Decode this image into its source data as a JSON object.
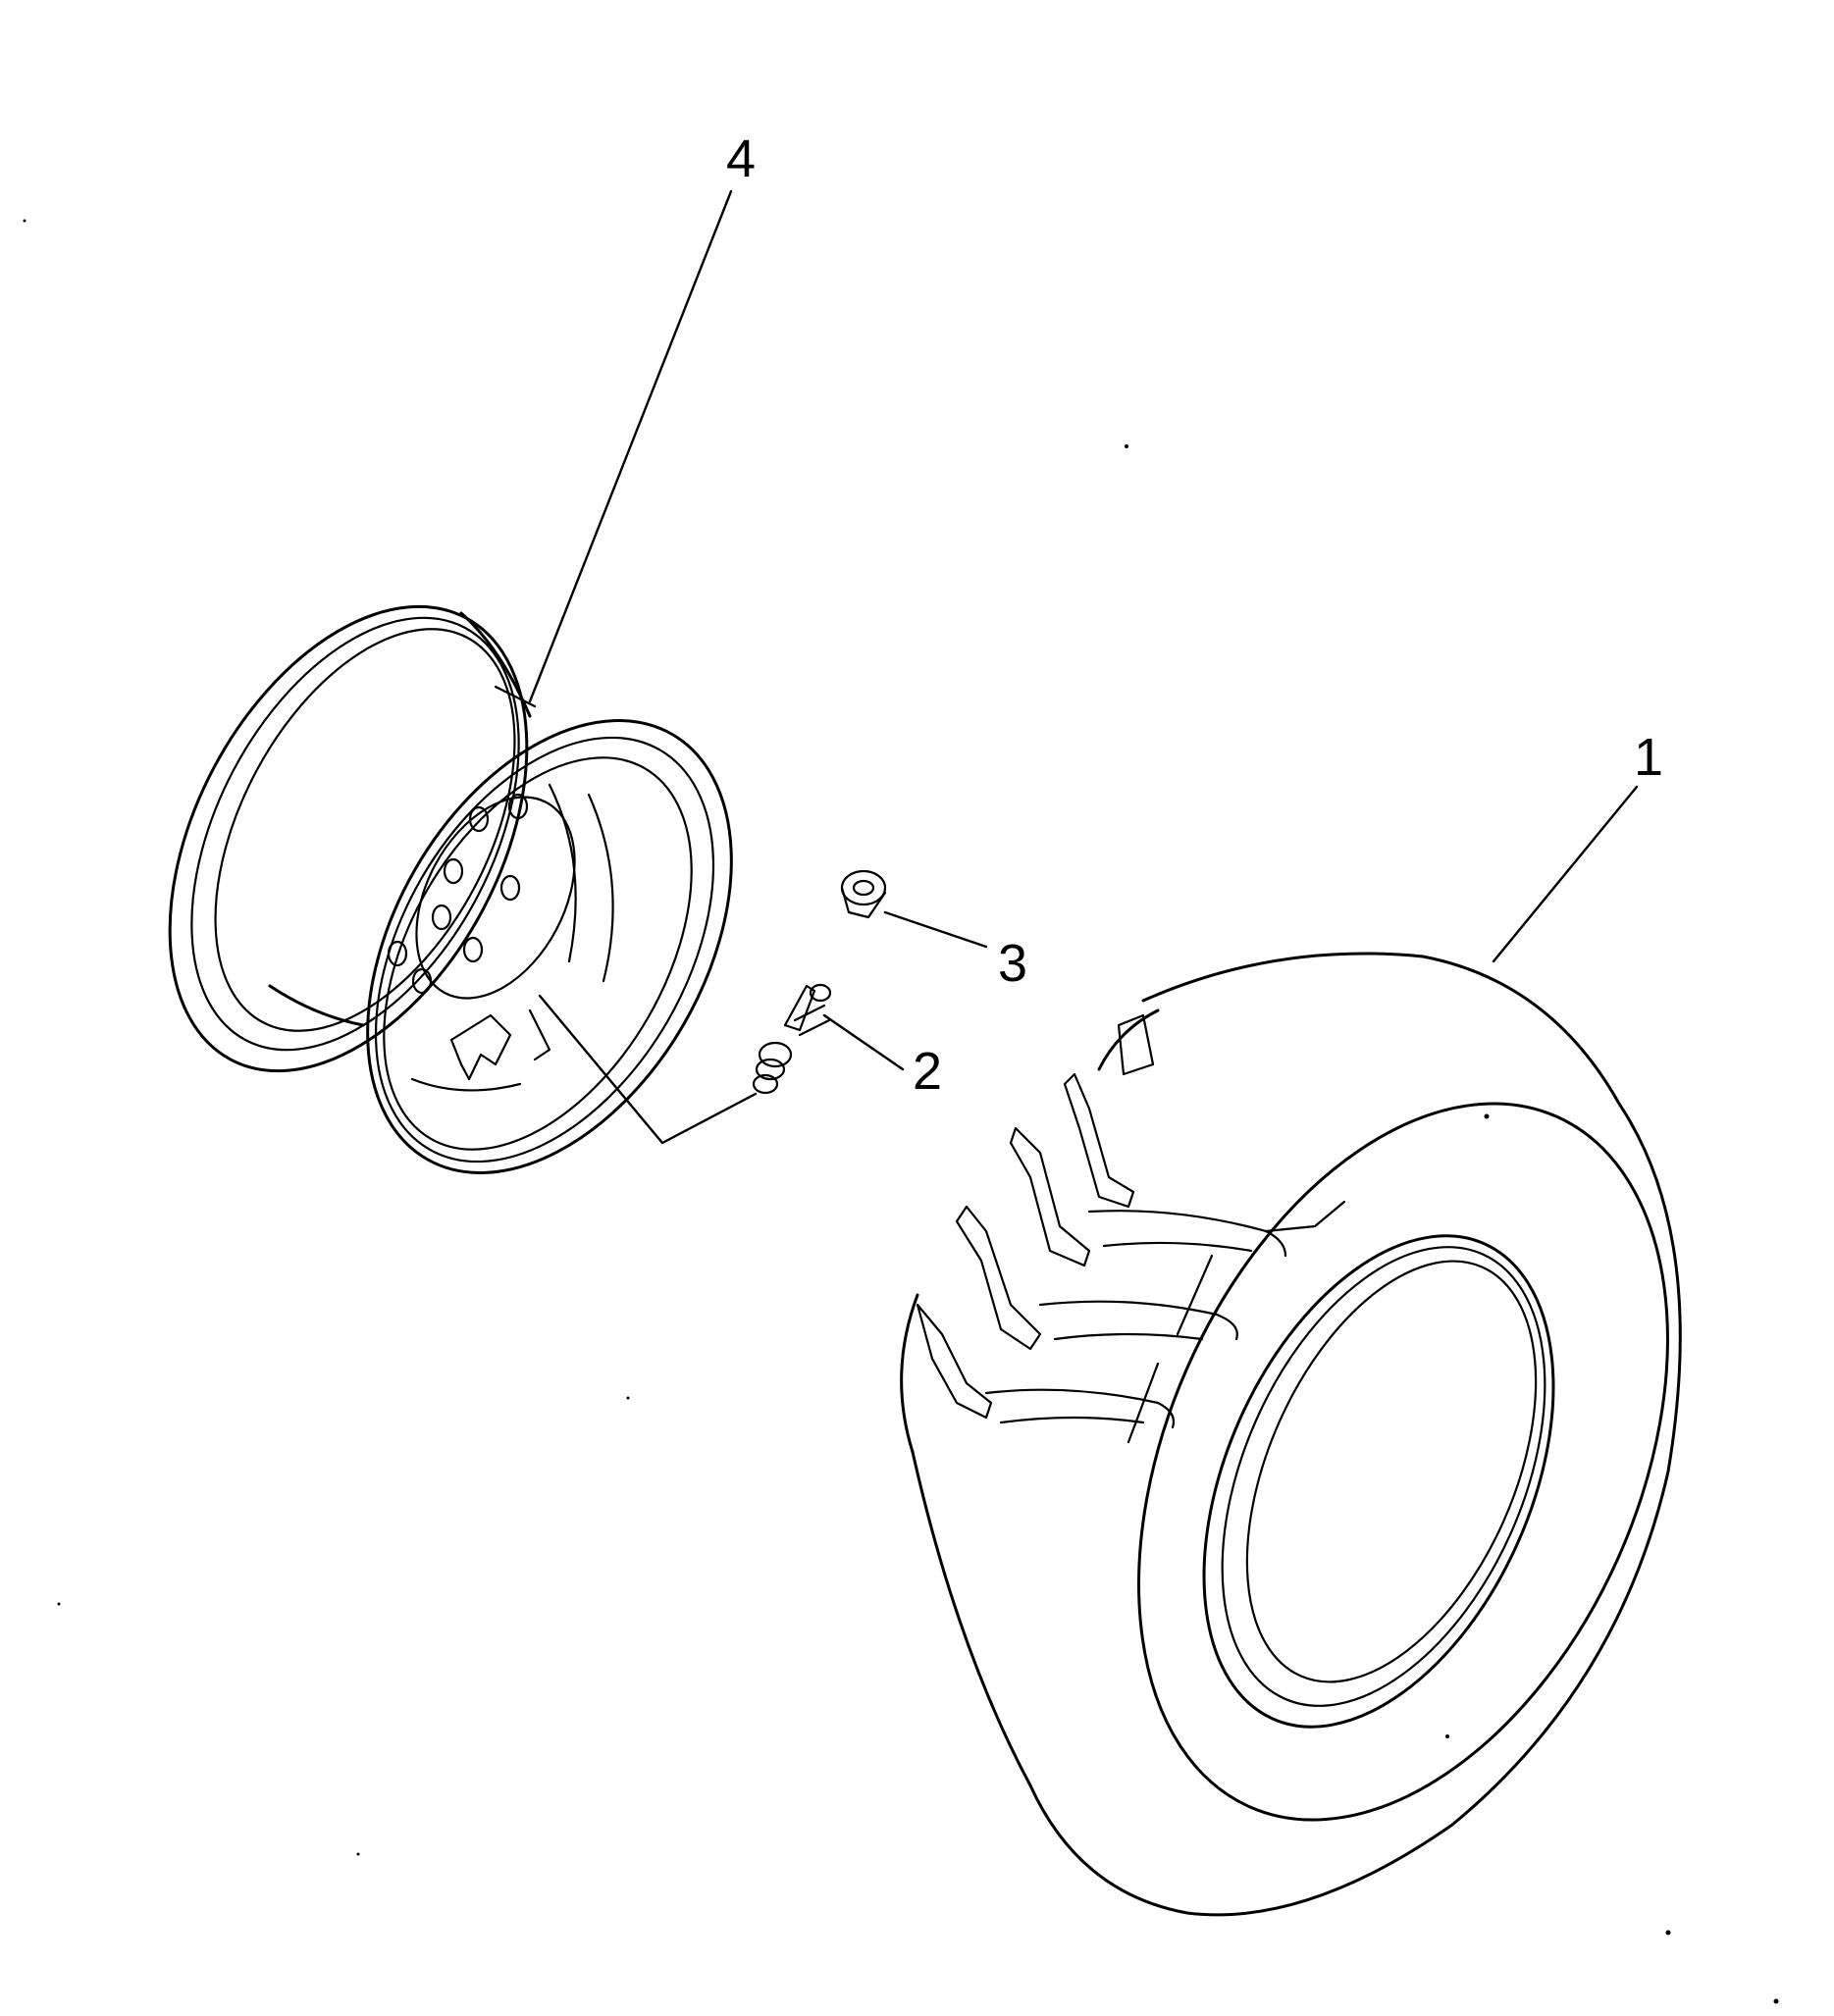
{
  "callouts": {
    "tire": "1",
    "valve": "2",
    "valve_cap": "3",
    "rim": "4"
  }
}
